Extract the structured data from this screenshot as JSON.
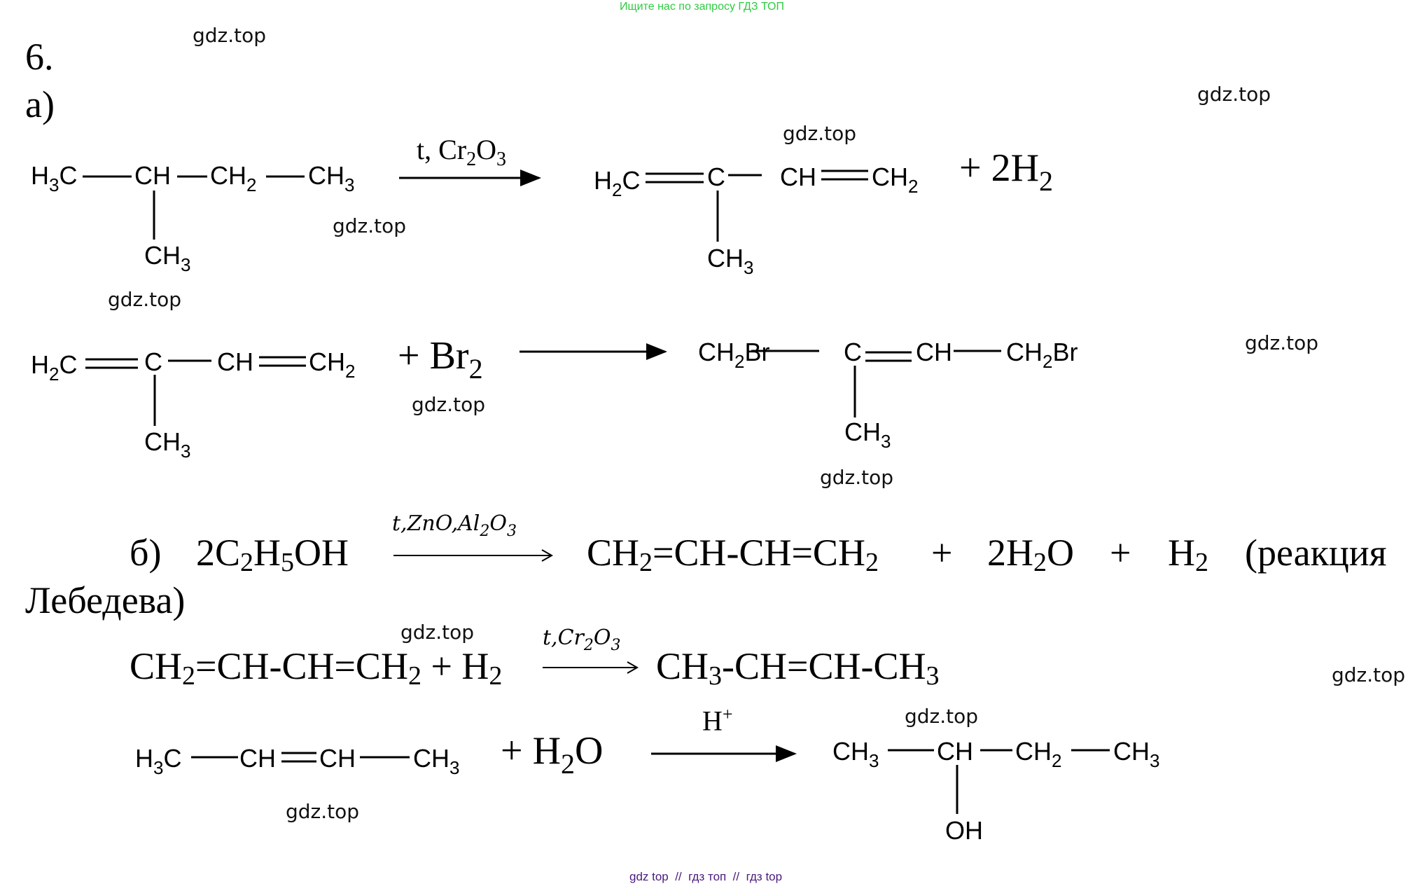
{
  "header": {
    "ad_text": "Ищите нас по запросу ГДЗ ТОП",
    "ad_color": "#2ecc40"
  },
  "footer": {
    "ad_text": "gdz top  //  гдз топ  //  гдз top",
    "ad_color": "#4b1a7a"
  },
  "watermark": "gdz.top",
  "task": {
    "number": "6.",
    "part_a": "а)",
    "part_b": "б)"
  },
  "reaction_a1": {
    "reactant": {
      "main": [
        "H",
        "3",
        "C",
        "CH",
        "CH",
        "2",
        "CH",
        "3"
      ],
      "branch": [
        "CH",
        "3"
      ]
    },
    "condition": {
      "t": "t, Cr",
      "s1": "2",
      "o": "O",
      "s2": "3"
    },
    "product": {
      "groups": [
        "H",
        "2",
        "C",
        "C",
        "CH",
        "CH",
        "2"
      ],
      "branch": [
        "CH",
        "3"
      ]
    },
    "byproduct": {
      "prefix": "+ 2H",
      "sub": "2"
    }
  },
  "reaction_a2": {
    "reactant": {
      "groups": [
        "H",
        "2",
        "C",
        "C",
        "CH",
        "CH",
        "2"
      ],
      "branch": [
        "CH",
        "3"
      ]
    },
    "reagent": {
      "prefix": "+ Br",
      "sub": "2"
    },
    "product": {
      "groups": [
        "CH",
        "2",
        "Br",
        "C",
        "CH",
        "CH",
        "2",
        "Br"
      ],
      "branch": [
        "CH",
        "3"
      ]
    }
  },
  "reaction_b1": {
    "reactant": {
      "a": "2C",
      "s1": "2",
      "b": "H",
      "s2": "5",
      "c": "OH"
    },
    "condition": {
      "a": "t,ZnO,Al",
      "s1": "2",
      "b": "O",
      "s2": "3"
    },
    "product": {
      "a": "CH",
      "s1": "2",
      "b": "=CH-CH=CH",
      "s2": "2"
    },
    "plus1": "+",
    "water": {
      "a": "2H",
      "s": "2",
      "b": "O"
    },
    "plus2": "+",
    "hydrogen": {
      "a": "H",
      "s": "2"
    },
    "note_1": "(реакция",
    "note_2": "Лебедева)"
  },
  "reaction_b2": {
    "reactant": {
      "a": "CH",
      "s1": "2",
      "b": "=CH-CH=CH",
      "s2": "2",
      "c": " + H",
      "s3": "2"
    },
    "condition": {
      "a": "t,Cr",
      "s1": "2",
      "b": "O",
      "s2": "3"
    },
    "product": {
      "a": "CH",
      "s1": "3",
      "b": "-CH=CH-CH",
      "s2": "3"
    }
  },
  "reaction_b3": {
    "reactant": {
      "groups": [
        "H",
        "3",
        "C",
        "CH",
        "CH",
        "CH",
        "3"
      ]
    },
    "reagent": {
      "prefix": "+ H",
      "sub": "2",
      "suffix": "O"
    },
    "condition": {
      "a": "H",
      "sup": "+"
    },
    "product": {
      "groups": [
        "CH",
        "3",
        "CH",
        "CH",
        "2",
        "CH",
        "3"
      ],
      "branch": "OH"
    }
  }
}
